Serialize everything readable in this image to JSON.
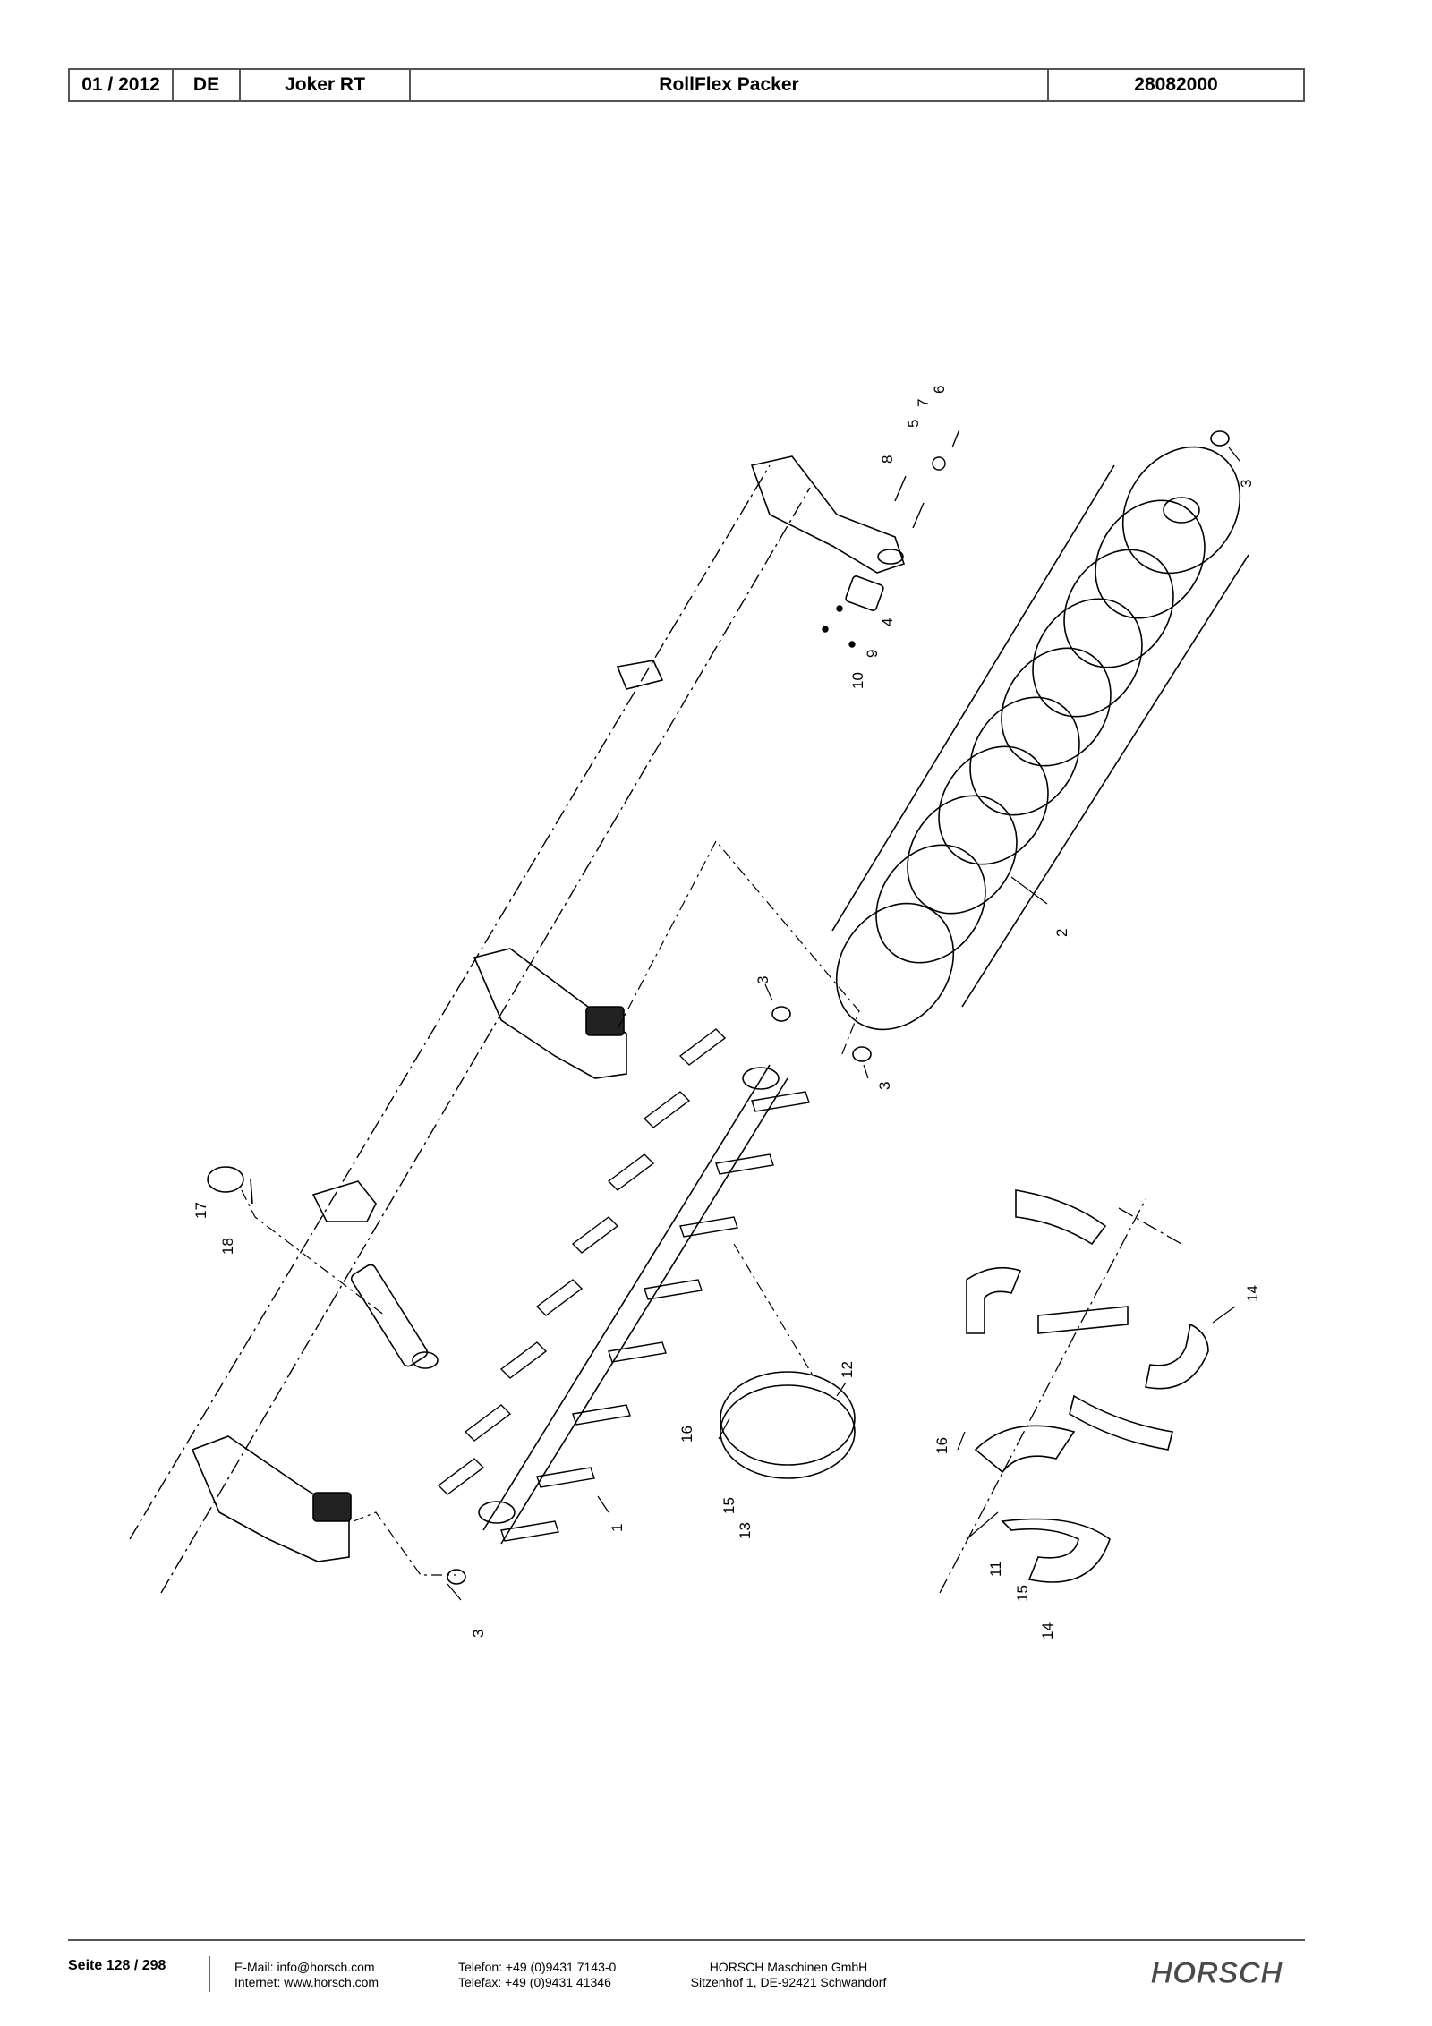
{
  "header": {
    "date": "01 / 2012",
    "language": "DE",
    "machine": "Joker RT",
    "title": "RollFlex Packer",
    "part_number": "28082000"
  },
  "callouts": {
    "c1": "1",
    "c2": "2",
    "c3a": "3",
    "c3b": "3",
    "c3c": "3",
    "c3d": "3",
    "c4": "4",
    "c5": "5",
    "c6": "6",
    "c7": "7",
    "c8": "8",
    "c9": "9",
    "c10": "10",
    "c11": "11",
    "c12": "12",
    "c13": "13",
    "c14a": "14",
    "c14b": "14",
    "c15a": "15",
    "c15b": "15",
    "c16a": "16",
    "c16b": "16",
    "c17": "17",
    "c18": "18"
  },
  "footer": {
    "page": "Seite 128 / 298",
    "email": "E-Mail: info@horsch.com",
    "internet": "Internet: www.horsch.com",
    "phone": "Telefon: +49 (0)9431 7143-0",
    "fax": "Telefax: +49 (0)9431 41346",
    "company": "HORSCH Maschinen GmbH",
    "address": "Sitzenhof 1, DE-92421 Schwandorf",
    "logo_text": "HORSCH"
  }
}
